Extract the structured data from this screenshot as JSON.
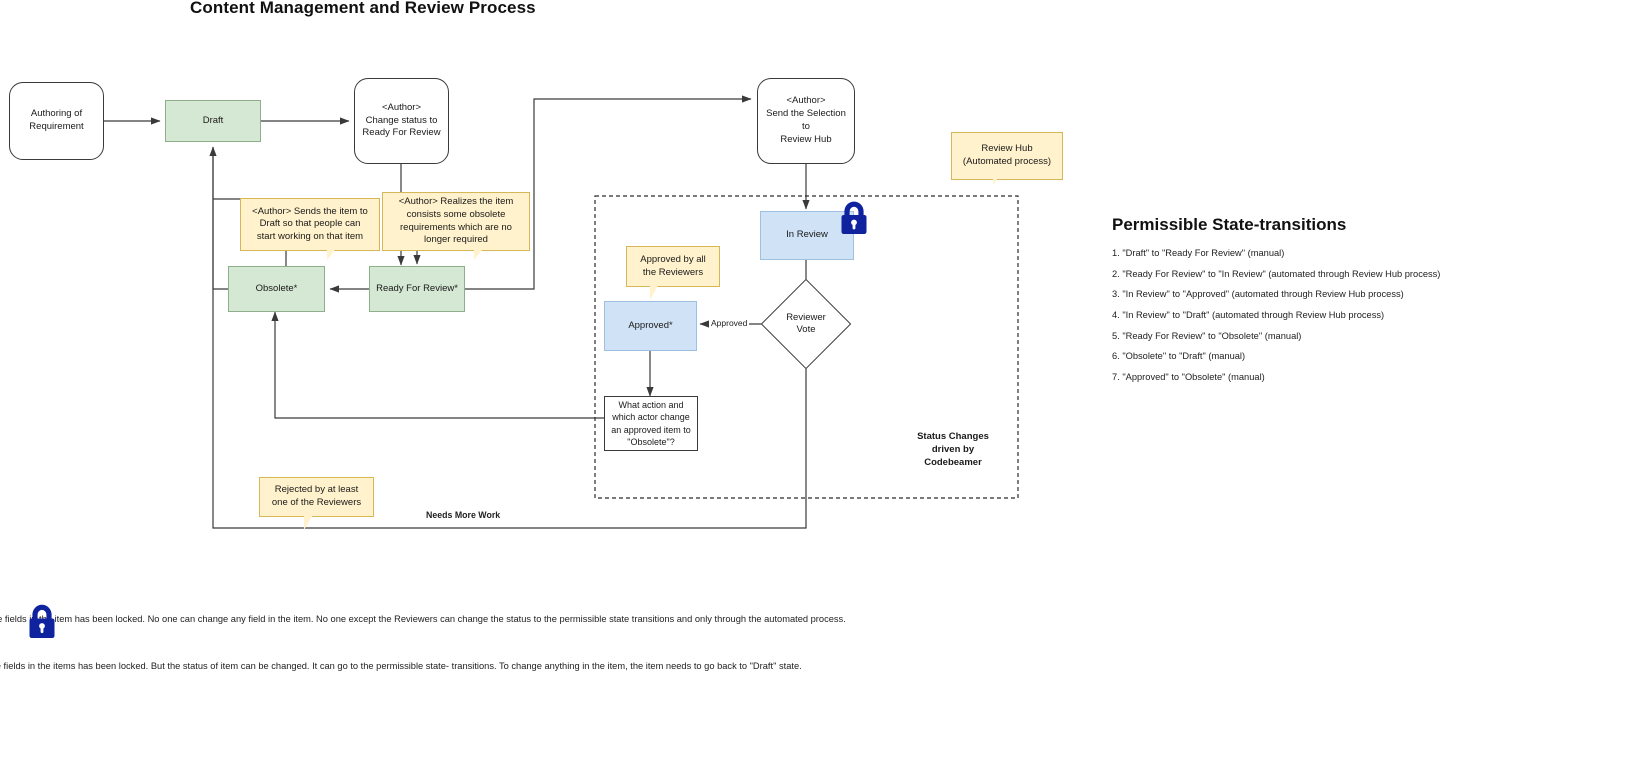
{
  "title": "Content Management and Review Process",
  "nodes": {
    "authoring": "Authoring of\nRequirement",
    "draft": "Draft",
    "change_status": "<Author>\nChange status to\nReady For Review",
    "send_selection": "<Author>\nSend the Selection to\nReview Hub",
    "in_review": "In Review",
    "obsolete": "Obsolete*",
    "ready_for_review": "Ready For Review*",
    "approved": "Approved*",
    "reviewer_vote": "Reviewer\nVote",
    "what_action": "What action and\nwhich actor change\nan approved item to\n\"Obsolete\"?"
  },
  "notes": {
    "review_hub": "Review Hub\n(Automated process)",
    "author_sends_draft": "<Author> Sends the item to\nDraft so that people can\nstart working on that item",
    "author_realizes": "<Author> Realizes the item\nconsists some obsolete\nrequirements which are no\nlonger required",
    "approved_by_all": "Approved by all\nthe Reviewers",
    "rejected_by_one": "Rejected by at least\none of the Reviewers"
  },
  "edge_labels": {
    "approved": "Approved",
    "needs_more_work": "Needs More Work"
  },
  "zone": {
    "status_changes": "Status Changes\ndriven by\nCodebeamer"
  },
  "legend": {
    "title": "Permissible State-transitions",
    "items": [
      "1. \"Draft\" to \"Ready For Review\" (manual)",
      "2. \"Ready For Review\" to \"In Review\" (automated through Review Hub process)",
      "3. \"In Review\" to \"Approved\" (automated through Review Hub process)",
      "4. \"In Review\" to \"Draft\" (automated through Review Hub process)",
      "5. \"Ready For Review\" to \"Obsolete\" (manual)",
      "6. \"Obsolete\" to \"Draft\" (manual)",
      "7. \"Approved\" to \"Obsolete\" (manual)"
    ]
  },
  "footer": {
    "note_lock": "Lock (        ) means - All the fields in the item has been locked. No one can change any field in the item. No one except the Reviewers can change the status to the permissible state transitions and only through the automated process.",
    "note_asterisk": "* means - All the fields in the items has been locked. But the status of item can be changed. It can go to the permissible state- transitions. To change anything in the item, the item needs to go back to \"Draft\" state."
  },
  "colors": {
    "green_fill": "#d5e8d4",
    "green_stroke": "#8fae8c",
    "blue_fill": "#cfe2f6",
    "blue_stroke": "#9fc0e0",
    "note_fill": "#fff2cc",
    "note_stroke": "#d6b656",
    "lock_blue": "#10239e",
    "line": "#3a3a3a"
  }
}
